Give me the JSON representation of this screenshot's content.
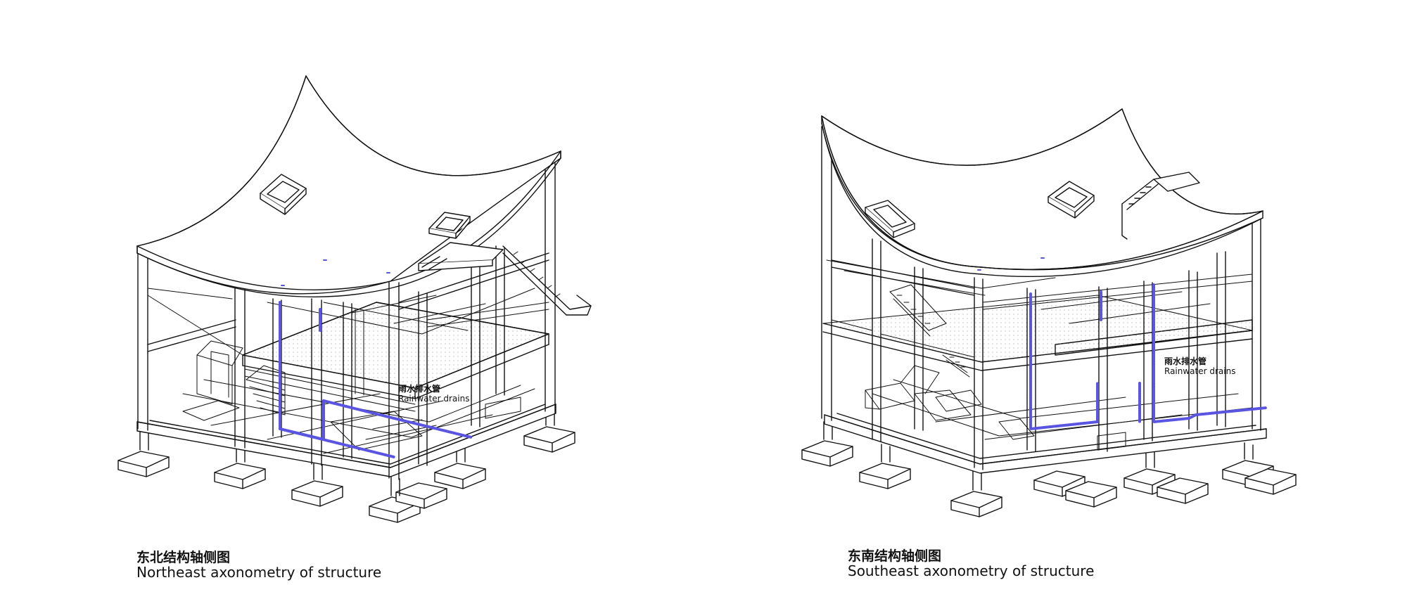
{
  "diagrams": [
    {
      "caption_cn": "东北结构轴侧图",
      "caption_en": "Northeast axonometry of structure",
      "callout_cn": "雨水排水管",
      "callout_en": "Rainwater drains"
    },
    {
      "caption_cn": "东南结构轴侧图",
      "caption_en": "Southeast axonometry of structure",
      "callout_cn": "雨水排水管",
      "callout_en": "Rainwater drains"
    }
  ],
  "colors": {
    "line": "#111111",
    "drain_pipe": "#5a55e0",
    "background": "#ffffff"
  }
}
